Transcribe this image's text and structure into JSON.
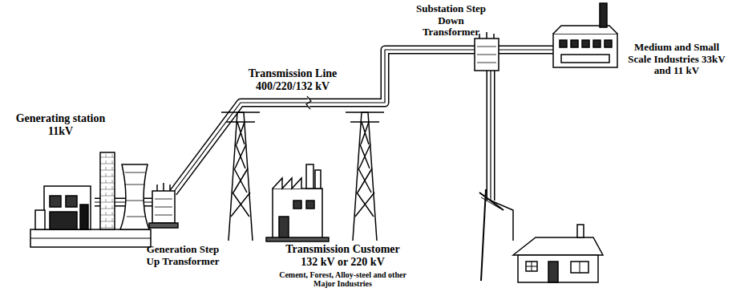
{
  "diagram": {
    "labels": [
      "Generating station 11kV",
      "Generation Step Up Transformer",
      "Transmission Line 400/220/132 kV",
      "Transmission Customer 132 kV or 220 kV",
      "Cement, Forest, Alloy-steel and other Major Industries",
      "Substation Step Down Transformer",
      "Medium and Small Scale Industries 33kV and 11 kV"
    ]
  }
}
